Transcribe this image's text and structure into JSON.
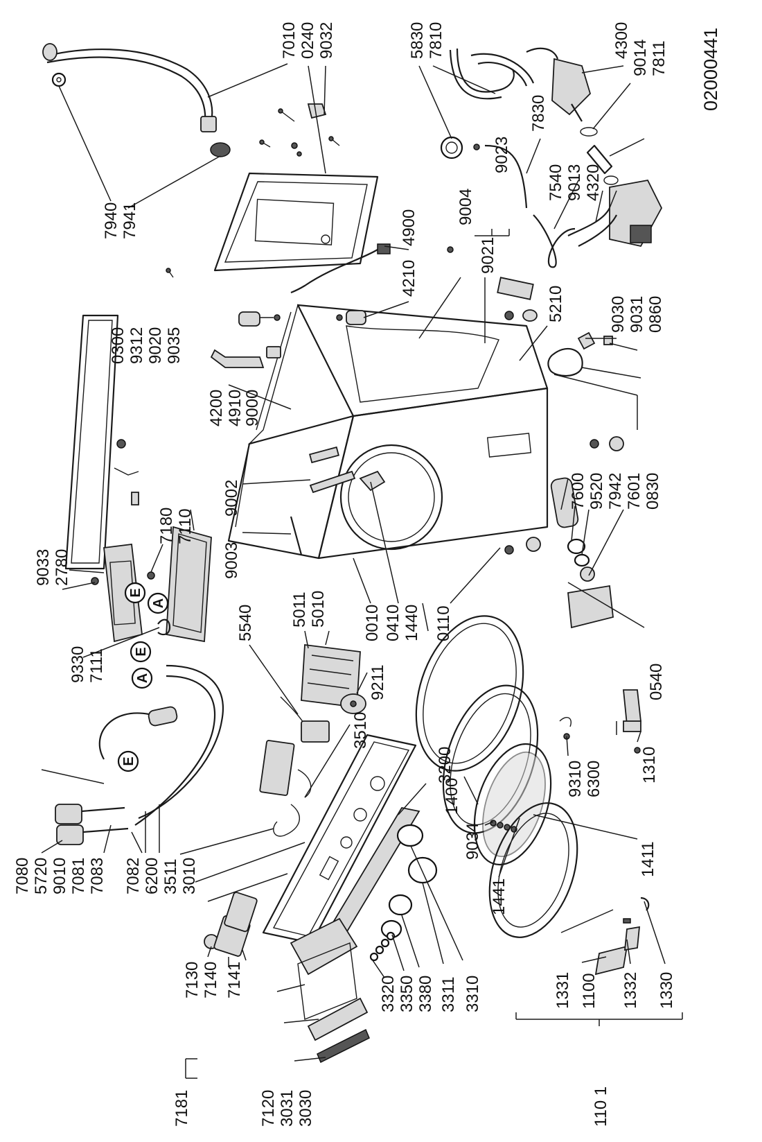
{
  "diagram_code": "02000441",
  "markers": [
    "A",
    "E"
  ],
  "labels": {
    "l7940": "7940",
    "l7941": "7941",
    "l7010": "7010",
    "l0240": "0240",
    "l9032": "9032",
    "l5830": "5830",
    "l7810": "7810",
    "l4300": "4300",
    "l9014": "9014",
    "l7811": "7811",
    "l7830": "7830",
    "l7540": "7540",
    "l9013": "9013",
    "l4320": "4320",
    "l4900": "4900",
    "l4210": "4210",
    "l9004": "9004",
    "l9023": "9023",
    "l9021": "9021",
    "l5210": "5210",
    "l9030": "9030",
    "l9031": "9031",
    "l0860": "0860",
    "l0300": "0300",
    "l9312": "9312",
    "l9020": "9020",
    "l9035": "9035",
    "l4200": "4200",
    "l4910": "4910",
    "l9000": "9000",
    "l9002": "9002",
    "l9003": "9003",
    "l7180": "7180",
    "l7110": "7110",
    "l9033": "9033",
    "l2780": "2780",
    "l7600": "7600",
    "l9520": "9520",
    "l7942": "7942",
    "l7601": "7601",
    "l0830": "0830",
    "l9330": "9330",
    "l7111": "7111",
    "l0010": "0010",
    "l0410": "0410",
    "l1440": "1440",
    "l0110": "0110",
    "l0540": "0540",
    "l5540": "5540",
    "l5011": "5011",
    "l5010": "5010",
    "l9211": "9211",
    "l3510": "3510",
    "l3200": "3200",
    "l9310": "9310",
    "l6300": "6300",
    "l1310": "1310",
    "l1400": "1400",
    "l9034": "9034",
    "l1411": "1411",
    "l1441": "1441",
    "l7080": "7080",
    "l5720": "5720",
    "l9010": "9010",
    "l7081": "7081",
    "l7083": "7083",
    "l7082": "7082",
    "l6200": "6200",
    "l3511": "3511",
    "l3010": "3010",
    "l7130": "7130",
    "l7140": "7140",
    "l7141": "7141",
    "l7181": "7181",
    "l7120": "7120",
    "l3031": "3031",
    "l3030": "3030",
    "l3320": "3320",
    "l3350": "3350",
    "l3380": "3380",
    "l3311": "3311",
    "l3310": "3310",
    "l1331": "1331",
    "l1100": "1100",
    "l1332": "1332",
    "l1330": "1330",
    "l1101": "110 1"
  }
}
